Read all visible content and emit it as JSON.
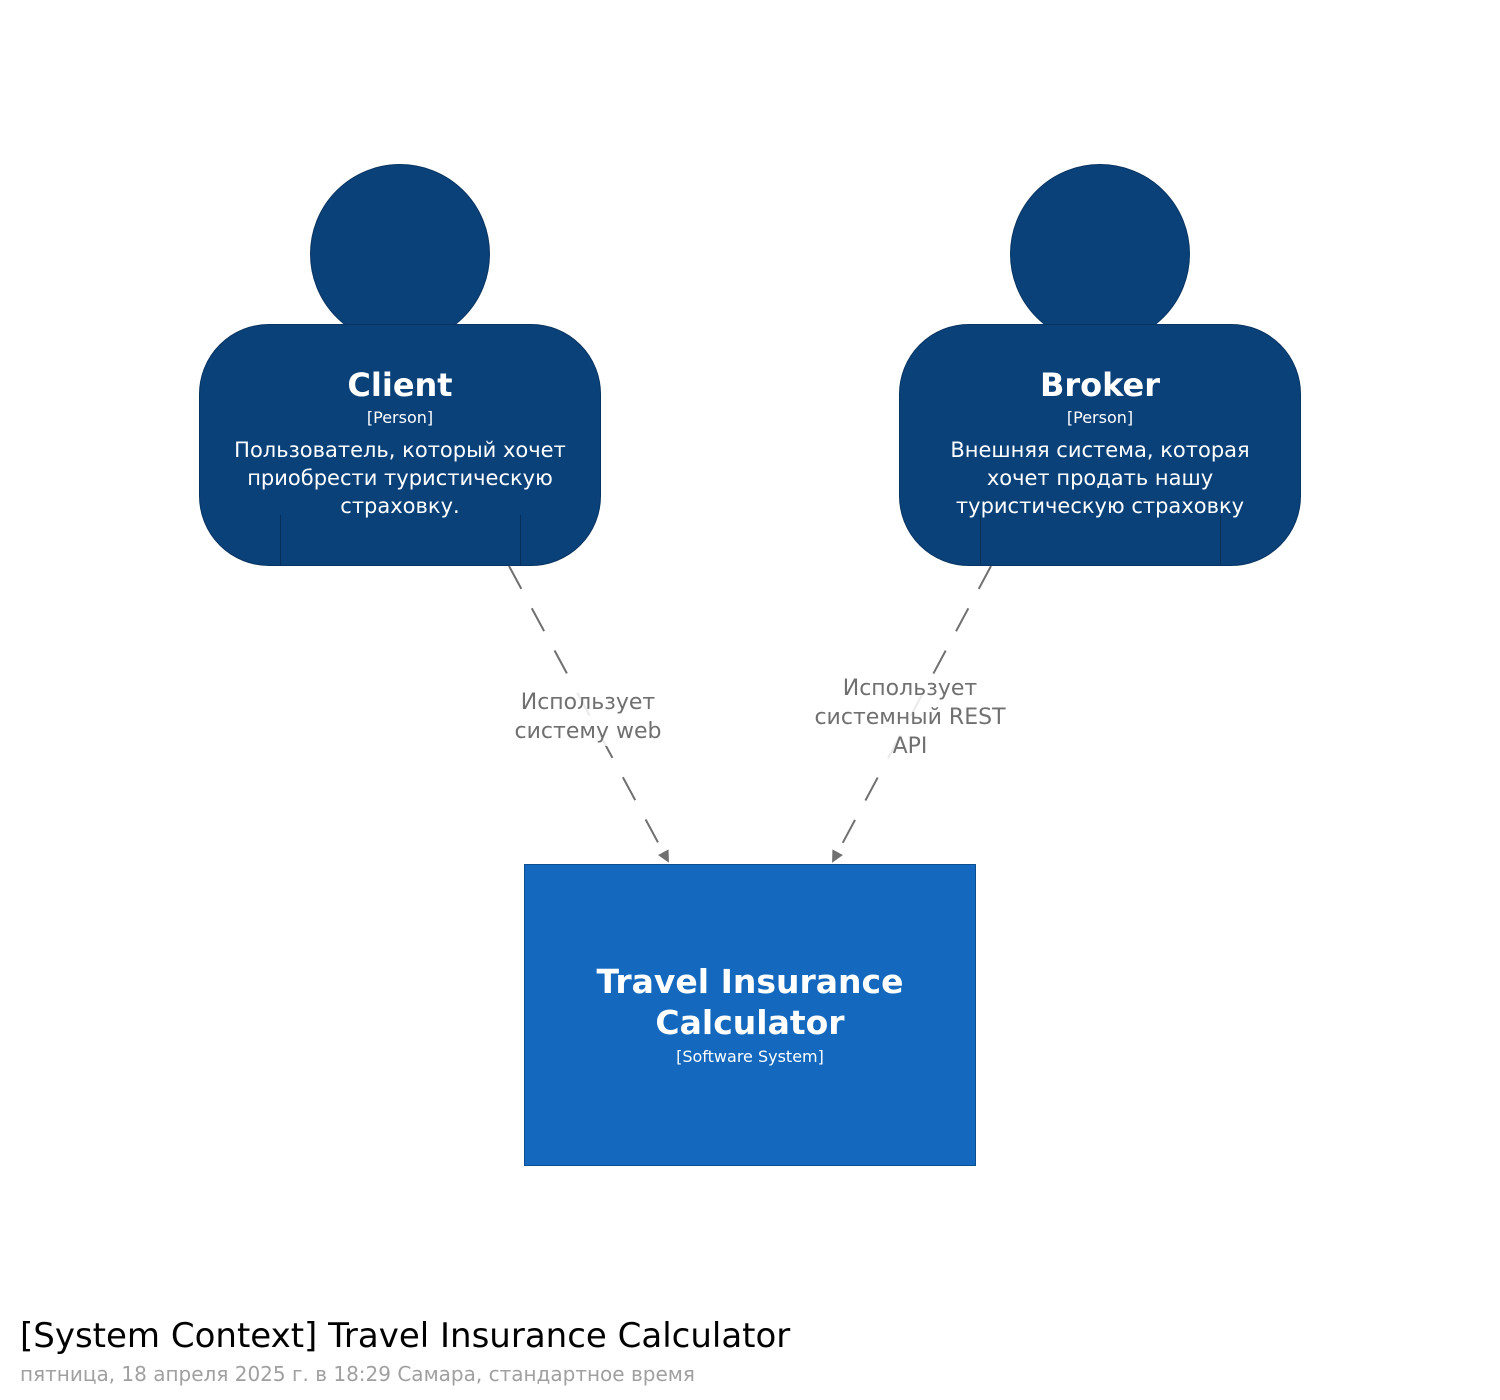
{
  "persons": {
    "client": {
      "name": "Client",
      "type": "[Person]",
      "description": "Пользователь, который хочет приобрести туристическую страховку."
    },
    "broker": {
      "name": "Broker",
      "type": "[Person]",
      "description": "Внешняя система, которая хочет продать нашу туристическую страховку"
    }
  },
  "system": {
    "name": "Travel Insurance Calculator",
    "type": "[Software System]"
  },
  "relationships": [
    {
      "from": "Client",
      "to": "Travel Insurance Calculator",
      "label": "Использует систему web"
    },
    {
      "from": "Broker",
      "to": "Travel Insurance Calculator",
      "label": "Использует системный REST API"
    }
  ],
  "footer": {
    "title": "[System Context] Travel Insurance Calculator",
    "subtitle": "пятница, 18 апреля 2025 г. в 18:29 Самара, стандартное время"
  },
  "colors": {
    "person_fill": "#0b4179",
    "system_fill": "#1468bd",
    "edge": "#707070",
    "text_light": "#ffffff"
  }
}
